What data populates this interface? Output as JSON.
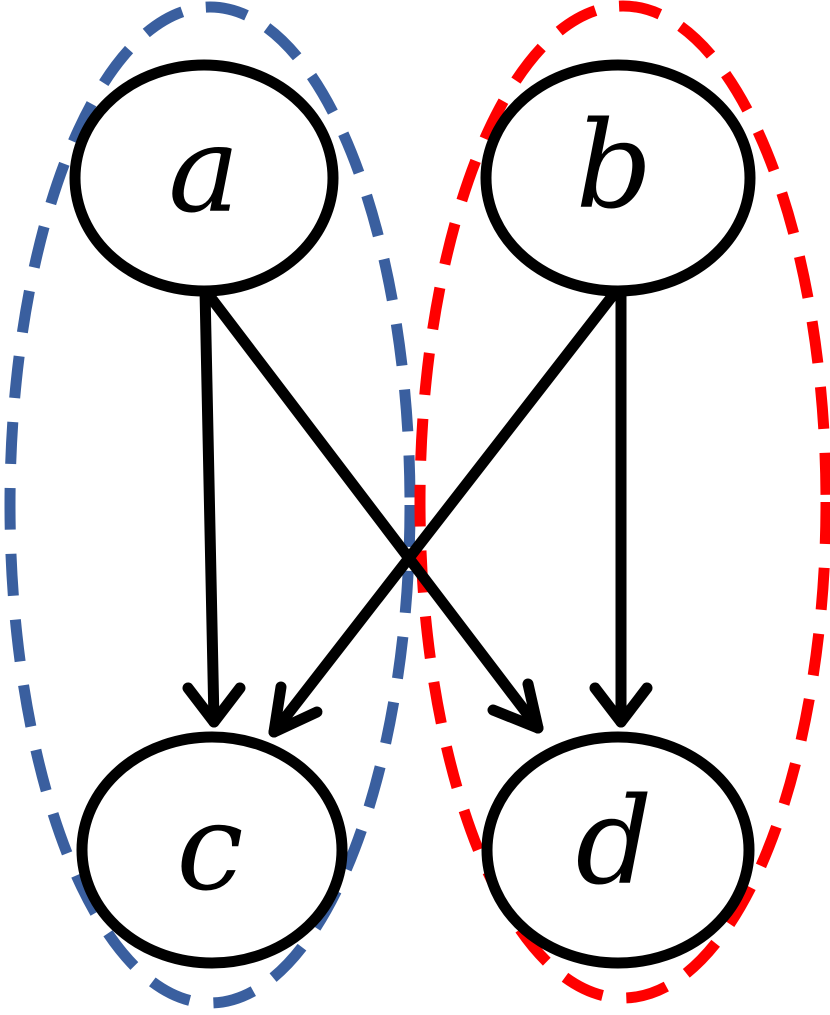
{
  "diagram": {
    "nodes": [
      {
        "id": "a",
        "label": "a"
      },
      {
        "id": "b",
        "label": "b"
      },
      {
        "id": "c",
        "label": "c"
      },
      {
        "id": "d",
        "label": "d"
      }
    ],
    "edges": [
      {
        "from": "a",
        "to": "c"
      },
      {
        "from": "a",
        "to": "d"
      },
      {
        "from": "b",
        "to": "c"
      },
      {
        "from": "b",
        "to": "d"
      }
    ],
    "groups": [
      {
        "members": [
          "a",
          "c"
        ],
        "color": "#3A5F9F",
        "style": "dashed"
      },
      {
        "members": [
          "b",
          "d"
        ],
        "color": "#FF0000",
        "style": "dashed"
      }
    ],
    "node_stroke_color": "#000000",
    "edge_color": "#000000"
  }
}
